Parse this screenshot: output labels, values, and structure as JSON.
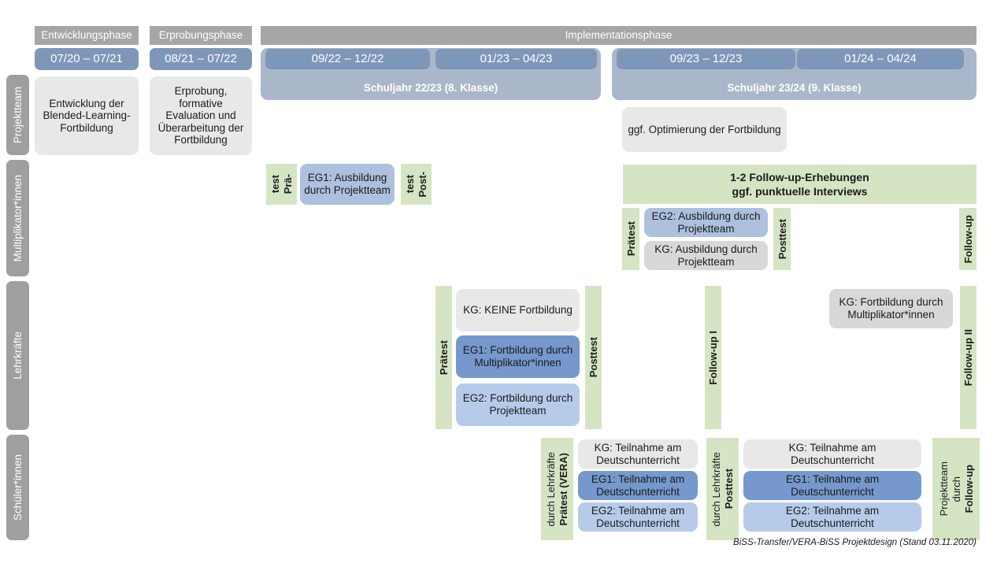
{
  "diagram": {
    "footnote": "BiSS-Transfer/VERA-BiSS Projektdesign (Stand 03.11.2020)"
  },
  "phases": [
    {
      "label": "Entwicklungsphase"
    },
    {
      "label": "Erprobungsphase"
    },
    {
      "label": "Implementationsphase"
    }
  ],
  "periods": [
    {
      "label": "07/20 – 07/21"
    },
    {
      "label": "08/21 – 07/22"
    },
    {
      "label": "09/22 – 12/22"
    },
    {
      "label": "01/23 – 04/23"
    },
    {
      "label": "09/23 – 12/23"
    },
    {
      "label": "01/24 – 04/24"
    }
  ],
  "school_years": [
    {
      "label": "Schuljahr 22/23 (8. Klasse)"
    },
    {
      "label": "Schuljahr 23/24 (9. Klasse)"
    }
  ],
  "rows": [
    {
      "label": "Projektteam"
    },
    {
      "label": "Multiplikator*innen"
    },
    {
      "label": "Lehrkräfte"
    },
    {
      "label": "Schüler*innen"
    }
  ],
  "projektteam": {
    "entwicklung": "Entwicklung der Blended-Learning-Fortbildung",
    "erprobung": "Erprobung, formative Evaluation und Überarbeitung der Fortbildung",
    "optimierung": "ggf. Optimierung der Fortbildung"
  },
  "multiplikator": {
    "praetest_line1": "Prä-",
    "praetest_line2": "test",
    "posttest_line1": "Post-",
    "posttest_line2": "test",
    "eg1": "EG1: Ausbildung durch Projektteam",
    "followup_banner_line1": "1-2 Follow-up-Erhebungen",
    "followup_banner_line2": "ggf. punktuelle Interviews",
    "praetest2": "Prätest",
    "posttest2": "Posttest",
    "followup": "Follow-up",
    "eg2": "EG2: Ausbildung durch Projektteam",
    "kg": "KG: Ausbildung durch Projektteam"
  },
  "lehrkraefte": {
    "praetest": "Prätest",
    "posttest": "Posttest",
    "followup1": "Follow-up I",
    "followup2": "Follow-up II",
    "kg_keine": "KG:  KEINE Fortbildung",
    "eg1": "EG1: Fortbildung durch Multiplikator*innen",
    "eg2": "EG2: Fortbildung durch Projektteam",
    "kg_multi": "KG: Fortbildung durch Multiplikator*innen"
  },
  "schueler": {
    "praetest_main": "Prätest (VERA)",
    "praetest_sub": "durch Lehrkräfte",
    "posttest_main": "Posttest",
    "posttest_sub": "durch Lehrkräfte",
    "followup_main": "Follow-up",
    "followup_sub1": "durch",
    "followup_sub2": "Projektteam",
    "kg": "KG: Teilnahme am Deutschunterricht",
    "eg1": "EG1: Teilnahme am Deutschunterricht",
    "eg2": "EG2: Teilnahme am Deutschunterricht"
  },
  "colors": {
    "phase_header_grey": "#a6a6a6",
    "date_chip_blue": "#7e96b8",
    "year_band_blue": "#aab7ca",
    "row_label_grey": "#9f9f9f",
    "card_grey": "#e8e8e8",
    "card_grey_dark": "#d8d8d8",
    "card_blue_mid": "#adc0de",
    "card_blue_dark": "#7698cd",
    "card_blue_light": "#b6cbe9",
    "green_bar": "#d5e5c4"
  }
}
